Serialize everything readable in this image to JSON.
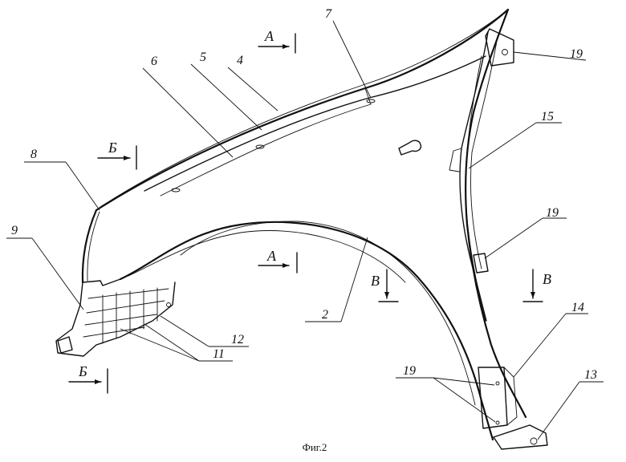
{
  "caption": "Фиг.2",
  "callouts": [
    {
      "id": "19-top",
      "text": "19"
    },
    {
      "id": "7",
      "text": "7"
    },
    {
      "id": "4",
      "text": "4"
    },
    {
      "id": "5",
      "text": "5"
    },
    {
      "id": "6",
      "text": "6"
    },
    {
      "id": "8",
      "text": "8"
    },
    {
      "id": "9",
      "text": "9"
    },
    {
      "id": "15",
      "text": "15"
    },
    {
      "id": "19-mid",
      "text": "19"
    },
    {
      "id": "2",
      "text": "2"
    },
    {
      "id": "12",
      "text": "12"
    },
    {
      "id": "11",
      "text": "11"
    },
    {
      "id": "14",
      "text": "14"
    },
    {
      "id": "19-bottom",
      "text": "19"
    },
    {
      "id": "13",
      "text": "13"
    }
  ],
  "section_marks": [
    {
      "id": "A-top",
      "text": "А"
    },
    {
      "id": "A-arch",
      "text": "А"
    },
    {
      "id": "B-cyr-upper",
      "text": "Б"
    },
    {
      "id": "B-cyr-lower",
      "text": "Б"
    },
    {
      "id": "V-left",
      "text": "В"
    },
    {
      "id": "V-right",
      "text": "В"
    }
  ]
}
